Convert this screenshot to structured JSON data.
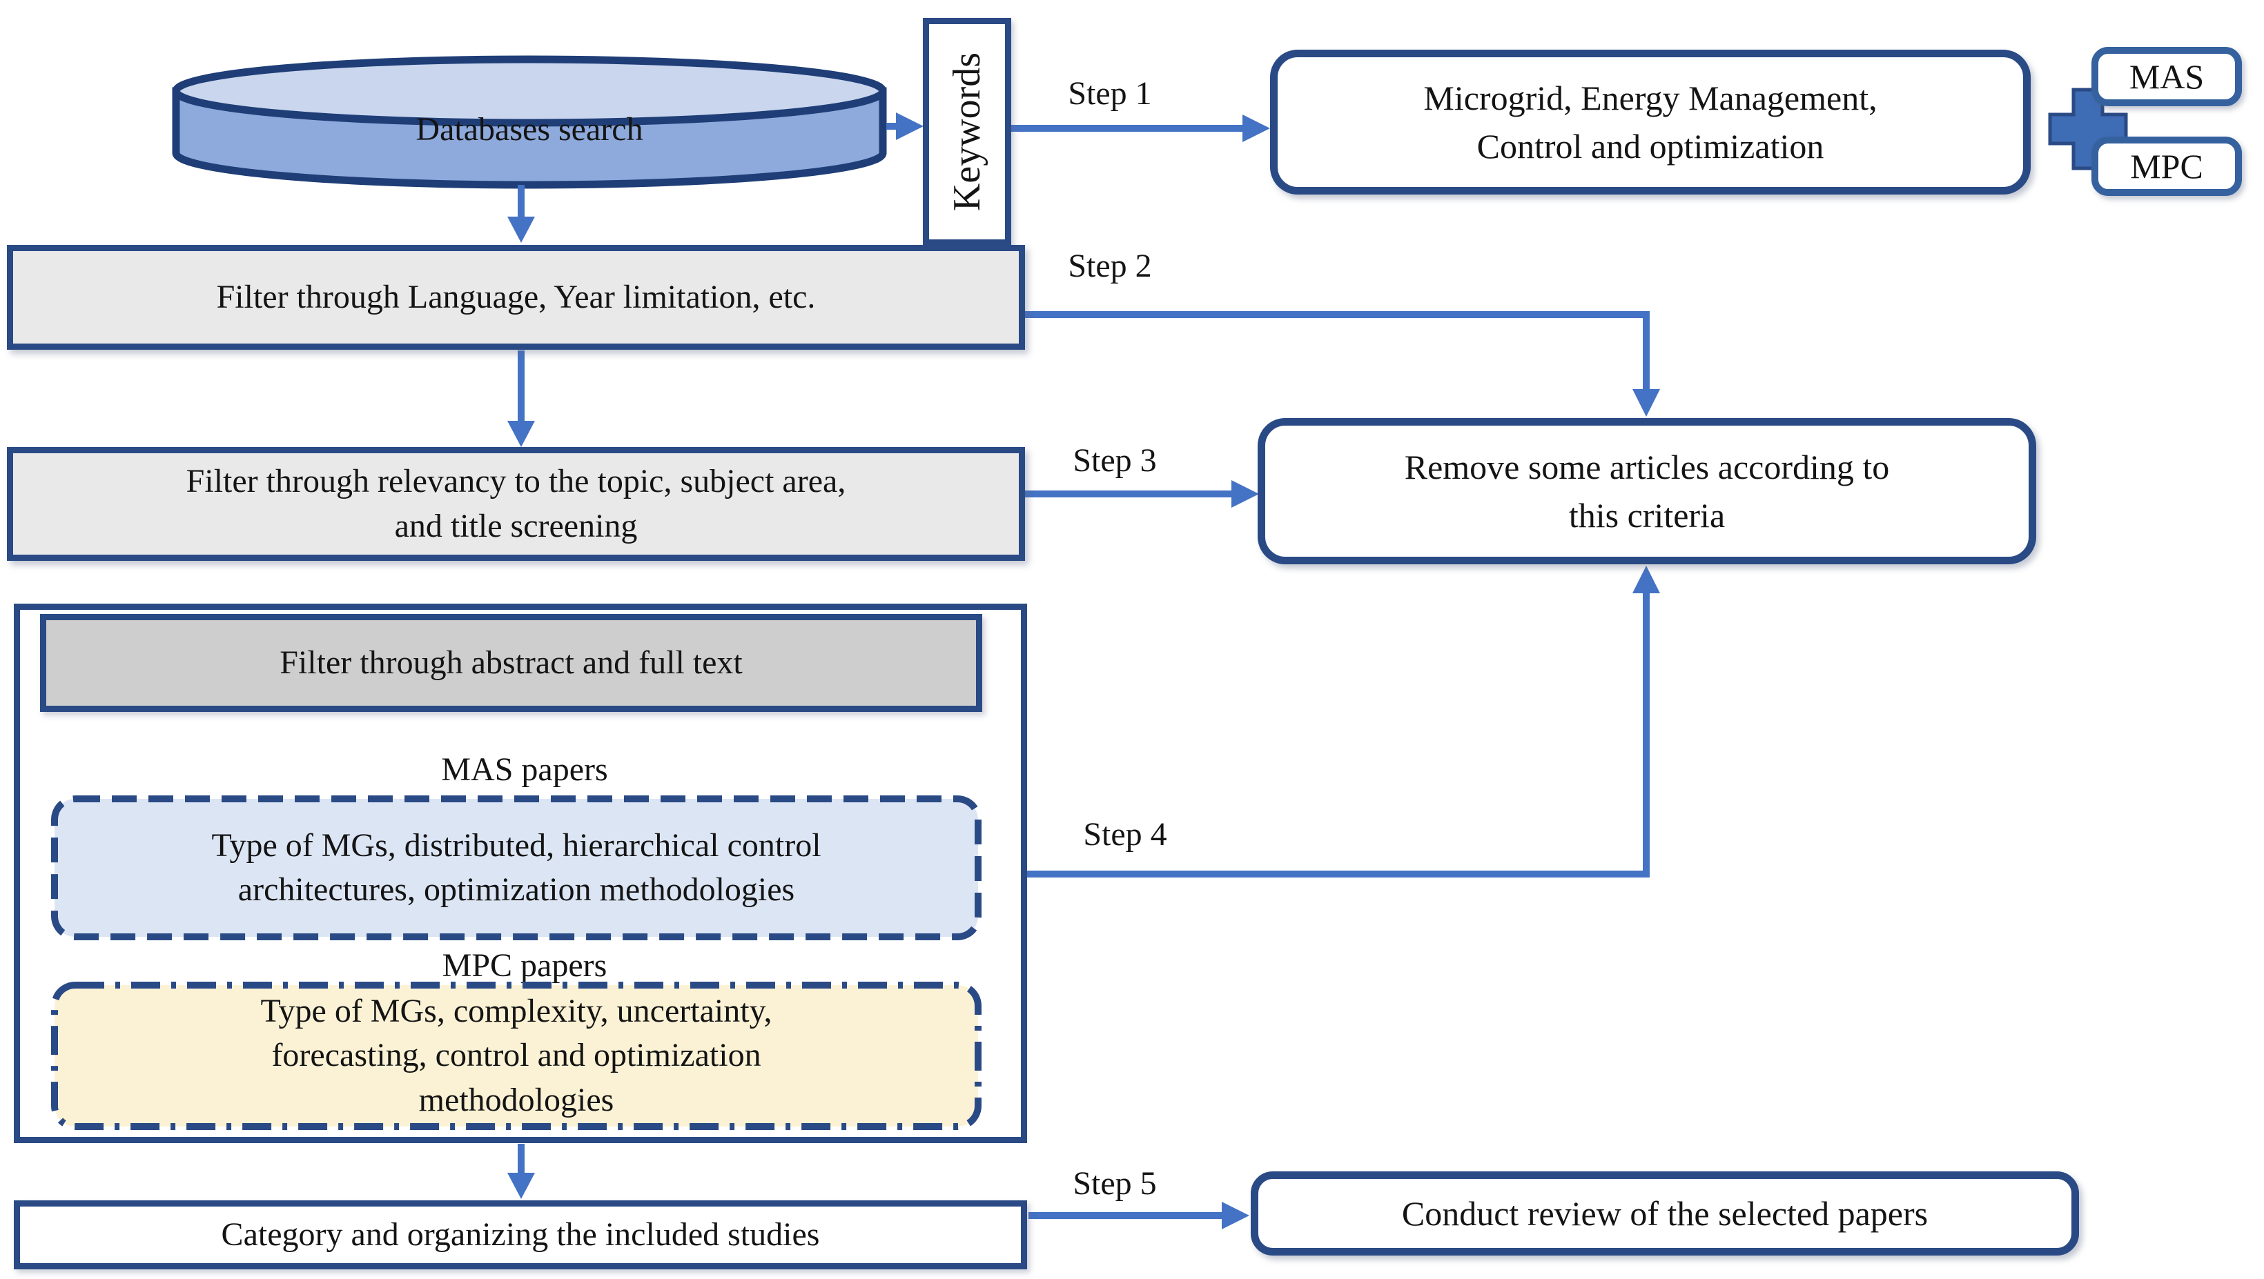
{
  "colors": {
    "border_navy": "#2a4a85",
    "cylinder_stroke": "#1f3e77",
    "arrow_blue": "#4472c4",
    "plus_blue": "#3e6cb5",
    "cylinder_fill": "#8ea9db",
    "cylinder_top_fill": "#c9d6ee",
    "light_gray_fill": "#e9e9e9",
    "dark_gray_fill": "#cfcece",
    "mas_box_fill": "#dce5f4",
    "mpc_box_fill": "#fbf2d5",
    "white_fill": "#ffffff"
  },
  "nodes": {
    "database": {
      "label": "Databases search"
    },
    "keywords": {
      "label": "Keywords"
    },
    "microgrid": {
      "line1": "Microgrid, Energy Management,",
      "line2": "Control and optimization"
    },
    "mas_tag": {
      "label": "MAS"
    },
    "mpc_tag": {
      "label": "MPC"
    },
    "filter_language": {
      "label": "Filter through Language, Year limitation, etc."
    },
    "filter_relevancy": {
      "line1": "Filter through relevancy to the topic, subject area,",
      "line2": "and title screening"
    },
    "remove_articles": {
      "line1": "Remove some articles according to",
      "line2": "this criteria"
    },
    "filter_abstract": {
      "label": "Filter through abstract and full text"
    },
    "mas_papers": {
      "label": "MAS papers"
    },
    "mas_criteria": {
      "line1": "Type of MGs, distributed, hierarchical control",
      "line2": "architectures, optimization methodologies"
    },
    "mpc_papers": {
      "label": "MPC papers"
    },
    "mpc_criteria": {
      "line1": "Type of MGs, complexity, uncertainty,",
      "line2": "forecasting, control and optimization",
      "line3": "methodologies"
    },
    "category": {
      "label": "Category and organizing the included studies"
    },
    "conduct": {
      "label": "Conduct review of the selected papers"
    }
  },
  "steps": {
    "step1": "Step 1",
    "step2": "Step 2",
    "step3": "Step 3",
    "step4": "Step 4",
    "step5": "Step 5"
  }
}
